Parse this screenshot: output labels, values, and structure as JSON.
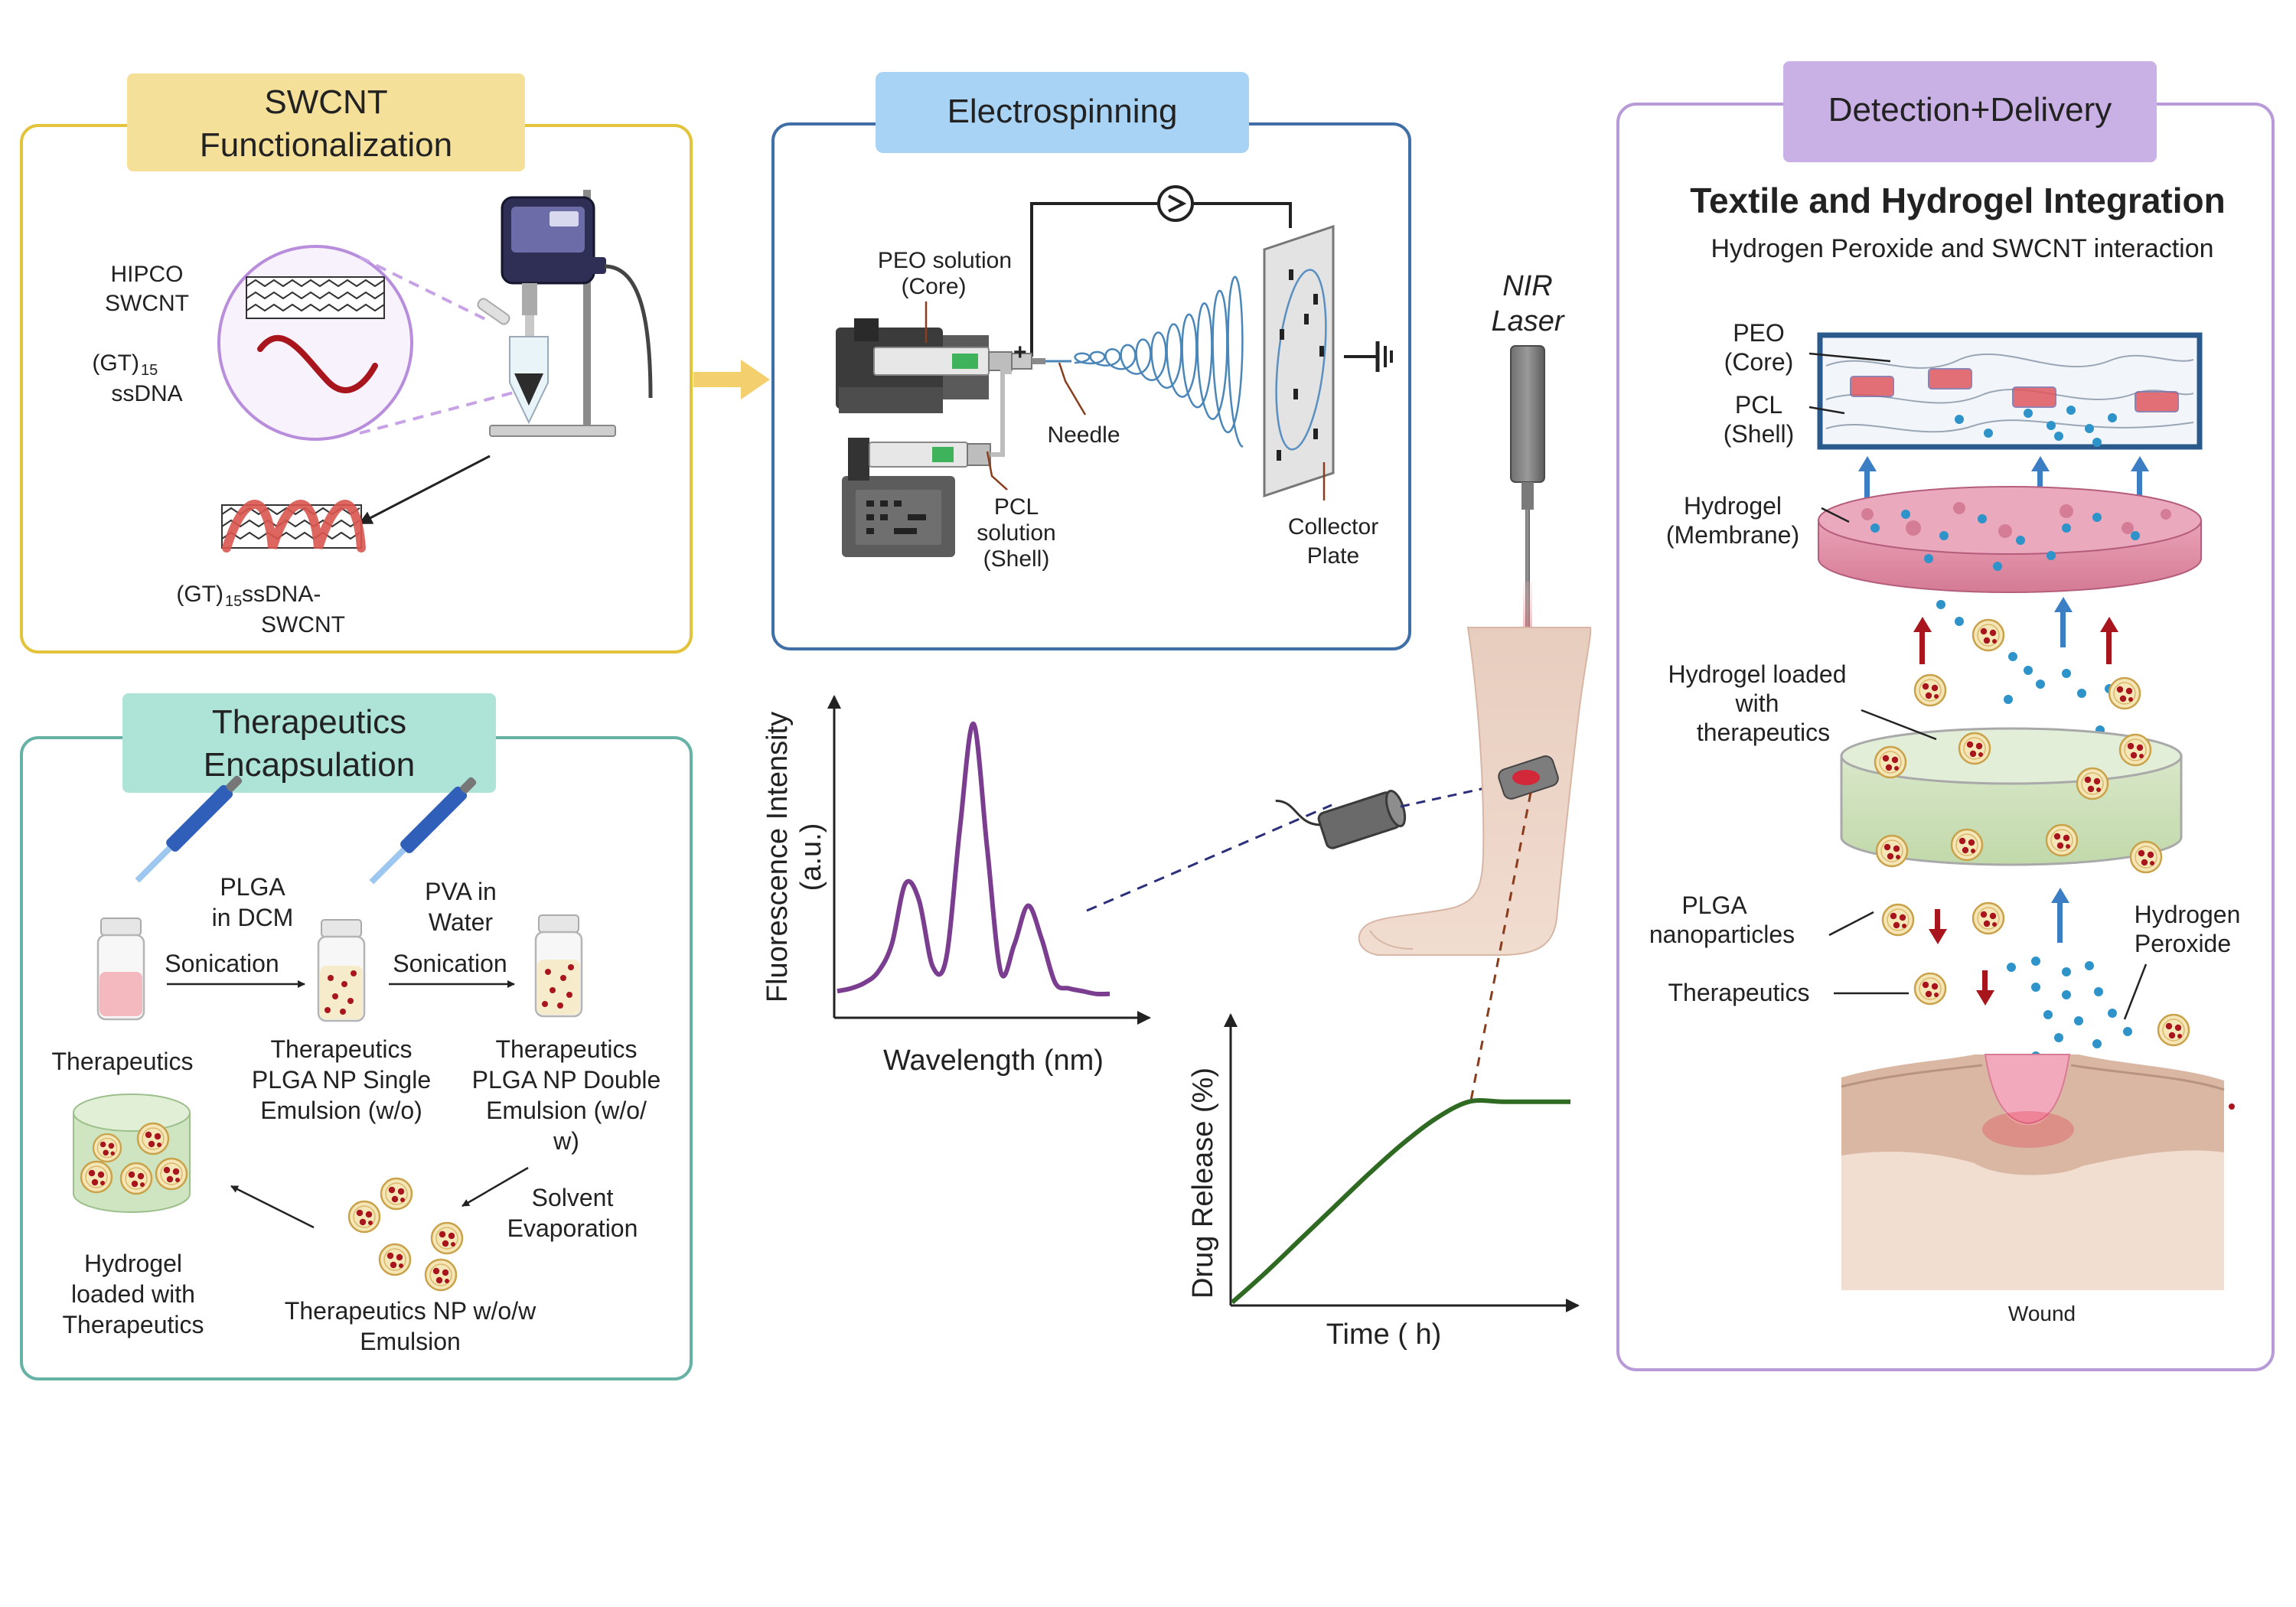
{
  "panels": {
    "swcnt": {
      "title_line1": "SWCNT",
      "title_line2": "Functionalization",
      "hipco_line1": "HIPCO",
      "hipco_line2": "SWCNT",
      "gt_ssdna_line1": "(GT)",
      "gt_ssdna_sub": "15",
      "gt_ssdna_line2": "ssDNA",
      "product_line1_a": "(GT)",
      "product_line1_sub": "15",
      "product_line1_b": " ssDNA-",
      "product_line2": "SWCNT"
    },
    "electrospinning": {
      "title": "Electrospinning",
      "peo_line1": "PEO solution",
      "peo_line2": "(Core)",
      "plus_sign": "+",
      "needle": "Needle",
      "pcl_line1": "PCL",
      "pcl_line2": "solution",
      "pcl_line3": "(Shell)",
      "collector_line1": "Collector",
      "collector_line2": "Plate"
    },
    "therapeutics": {
      "title_line1": "Therapeutics",
      "title_line2": "Encapsulation",
      "plga_line1": "PLGA",
      "plga_line2": "in DCM",
      "sonication1": "Sonication",
      "pva_line1": "PVA in",
      "pva_line2": "Water",
      "sonication2": "Sonication",
      "therapeutics_label": "Therapeutics",
      "single_line1": "Therapeutics",
      "single_line2": "PLGA NP Single",
      "single_line3": "Emulsion (w/o)",
      "double_line1": "Therapeutics",
      "double_line2": "PLGA NP Double",
      "double_line3": "Emulsion (w/o/",
      "double_line4": "w)",
      "solvent_line1": "Solvent",
      "solvent_line2": "Evaporation",
      "np_line1": "Therapeutics NP w/o/w",
      "np_line2": "Emulsion",
      "hydrogel_line1": "Hydrogel",
      "hydrogel_line2": "loaded with",
      "hydrogel_line3": "Therapeutics"
    },
    "detection": {
      "title": "Detection+Delivery",
      "heading": "Textile and Hydrogel Integration",
      "subheading": "Hydrogen Peroxide and SWCNT interaction",
      "peo_line1": "PEO",
      "peo_line2": "(Core)",
      "pcl_line1": "PCL",
      "pcl_line2": "(Shell)",
      "hydrogel_mem_line1": "Hydrogel",
      "hydrogel_mem_line2": "(Membrane)",
      "hydrogel_loaded_line1": "Hydrogel loaded",
      "hydrogel_loaded_line2": "with",
      "hydrogel_loaded_line3": "therapeutics",
      "plga_line1": "PLGA",
      "plga_line2": "nanoparticles",
      "therapeutics": "Therapeutics",
      "h2o2_line1": "Hydrogen",
      "h2o2_line2": "Peroxide",
      "wound": "Wound"
    }
  },
  "nir": {
    "line1": "NIR",
    "line2": "Laser"
  },
  "chart_data": [
    {
      "type": "line",
      "xlabel": "Wavelength (nm)",
      "ylabel_line1": "Fluorescence Intensity",
      "ylabel_line2": "(a.u.)",
      "x": [
        0,
        0.05,
        0.1,
        0.15,
        0.2,
        0.25,
        0.3,
        0.35,
        0.4,
        0.45,
        0.5,
        0.55,
        0.6,
        0.65,
        0.7,
        0.75,
        0.8,
        0.85,
        0.9,
        0.95,
        1.0
      ],
      "y": [
        0.03,
        0.04,
        0.06,
        0.1,
        0.2,
        0.42,
        0.36,
        0.12,
        0.15,
        0.62,
        1.0,
        0.55,
        0.1,
        0.2,
        0.34,
        0.22,
        0.06,
        0.04,
        0.03,
        0.02,
        0.02
      ],
      "grid": false
    },
    {
      "type": "line",
      "xlabel": "Time ( h)",
      "ylabel": "Drug Release (%)",
      "x": [
        0,
        0.1,
        0.2,
        0.3,
        0.4,
        0.5,
        0.6,
        0.7,
        0.8,
        0.9,
        1.0
      ],
      "y": [
        0,
        0.14,
        0.29,
        0.44,
        0.59,
        0.73,
        0.85,
        0.93,
        0.93,
        0.93,
        0.93
      ],
      "grid": false
    }
  ],
  "colors": {
    "swcnt_border": "#e3c33a",
    "swcnt_title_bg": "#f5e09a",
    "electro_border": "#3f6fa6",
    "electro_title_bg": "#a9d3f5",
    "thera_border": "#66b3a6",
    "thera_title_bg": "#aee3d8",
    "detect_border": "#b99ad8",
    "detect_title_bg": "#c9b1e6",
    "spectrum_line": "#7a3d8f",
    "release_line": "#2f6a23",
    "laser_red": "#e2192e",
    "arrow_yellow": "#f3cf6e"
  }
}
